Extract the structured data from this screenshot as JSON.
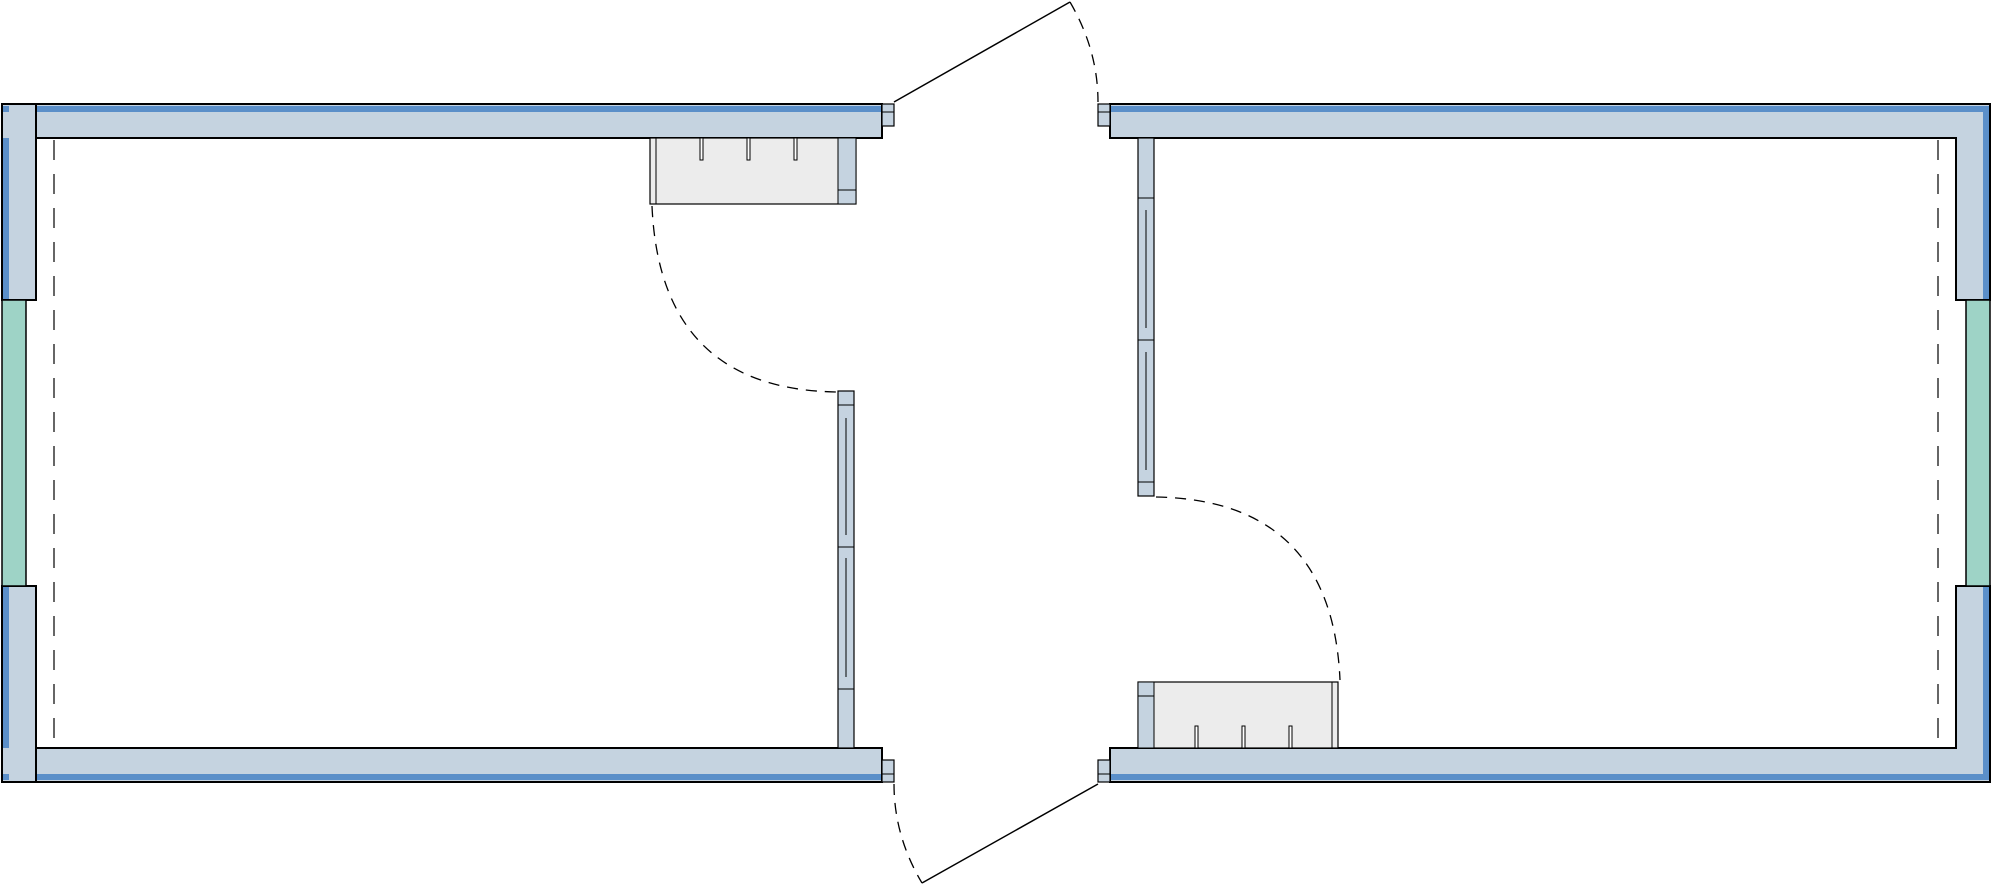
{
  "colors": {
    "background": "#ffffff",
    "wall_fill": "#c5d3e0",
    "wall_outer_band": "#5b8fc9",
    "window_glass": "#9ed3c6",
    "line": "#000000",
    "counter_fill": "#ececec",
    "post_fill": "#b8cde0"
  },
  "rooms": [
    {
      "id": "left-room",
      "door": "swing-door",
      "window": "glass-window",
      "counter": "counter-top",
      "partition": "sliding-partition"
    },
    {
      "id": "right-room",
      "door": "swing-door",
      "window": "glass-window",
      "counter": "counter-bottom",
      "partition": "sliding-partition"
    }
  ],
  "entrance": {
    "doors": [
      "double-door-top",
      "double-door-bottom"
    ]
  }
}
